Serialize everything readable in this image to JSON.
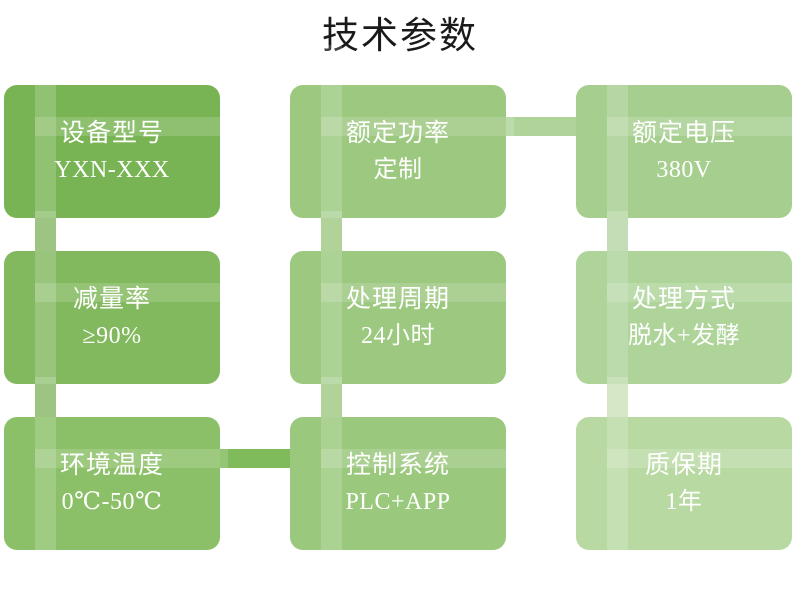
{
  "page": {
    "title": "技术参数",
    "background": "#ffffff",
    "title_color": "#1a1a1a"
  },
  "palette": {
    "green_1": "#79b454",
    "green_2": "#8cbf68",
    "green_3": "#a6cf8f",
    "green_4": "#85bb5f",
    "green_5": "#97c77b",
    "green_6": "#aed49a",
    "green_7": "#8dc068",
    "green_8": "#9ecb82",
    "green_9": "#b9d9a3",
    "connector_dark": "#6fa948",
    "connector_mid": "#8bbf6a",
    "connector_light": "#a9ce93",
    "connector_pale": "#c2debl"
  },
  "cards": [
    {
      "id": "equipment-model",
      "label": "设备型号",
      "value": "YXN-XXX",
      "color": "#79b454",
      "col": 0,
      "row": 0
    },
    {
      "id": "rated-power",
      "label": "额定功率",
      "value": "定制",
      "color": "#9cc87f",
      "col": 1,
      "row": 0
    },
    {
      "id": "rated-voltage",
      "label": "额定电压",
      "value": "380V",
      "color": "#a6cf8f",
      "col": 2,
      "row": 0
    },
    {
      "id": "reduction-rate",
      "label": "减量率",
      "value": "≥90%",
      "color": "#82b95e",
      "col": 0,
      "row": 1
    },
    {
      "id": "treatment-cycle",
      "label": "处理周期",
      "value": "24小时",
      "color": "#9cc87f",
      "col": 1,
      "row": 1
    },
    {
      "id": "treatment-method",
      "label": "处理方式",
      "value": "脱水+发酵",
      "color": "#aed49a",
      "col": 2,
      "row": 1
    },
    {
      "id": "ambient-temp",
      "label": "环境温度",
      "value": "0℃-50℃",
      "color": "#8cc068",
      "col": 0,
      "row": 2
    },
    {
      "id": "control-system",
      "label": "控制系统",
      "value": "PLC+APP",
      "color": "#9ac87c",
      "col": 1,
      "row": 2
    },
    {
      "id": "warranty-period",
      "label": "质保期",
      "value": "1年",
      "color": "#b9d9a3",
      "col": 2,
      "row": 2
    }
  ],
  "connectors": {
    "vertical": [
      {
        "id": "v-col0-r0r1",
        "color": "#6fa948"
      },
      {
        "id": "v-col0-r1r2",
        "color": "#6fa948"
      },
      {
        "id": "v-col1-r0r1",
        "color": "#8bbf6a"
      },
      {
        "id": "v-col1-r1r2",
        "color": "#8bbf6a"
      },
      {
        "id": "v-col2-r0r1",
        "color": "#a9ce93"
      },
      {
        "id": "v-col2-r1r2",
        "color": "#c2dcae"
      }
    ],
    "horizontal": [
      {
        "id": "h-row0-c1c2",
        "color": "#aed49a"
      },
      {
        "id": "h-row2-c0c1",
        "color": "#7fba5b"
      }
    ]
  }
}
